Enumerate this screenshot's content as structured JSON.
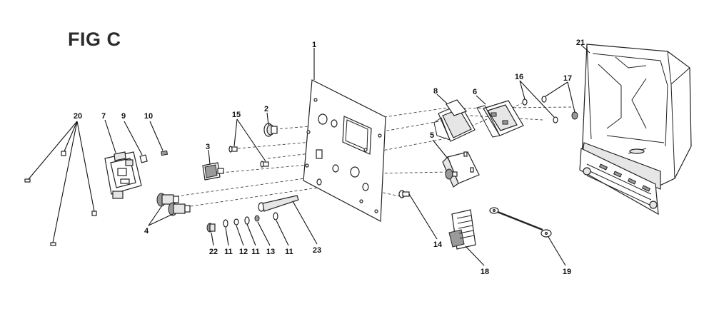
{
  "figure": {
    "title": "FIG C"
  },
  "callouts": {
    "c1": "1",
    "c2": "2",
    "c3": "3",
    "c4": "4",
    "c5": "5",
    "c6": "6",
    "c7": "7",
    "c8": "8",
    "c9": "9",
    "c10": "10",
    "c11a": "11",
    "c11b": "11",
    "c11c": "11",
    "c12": "12",
    "c13": "13",
    "c14": "14",
    "c15": "15",
    "c16": "16",
    "c17": "17",
    "c18": "18",
    "c19": "19",
    "c20": "20",
    "c21": "21",
    "c22": "22",
    "c23": "23"
  }
}
